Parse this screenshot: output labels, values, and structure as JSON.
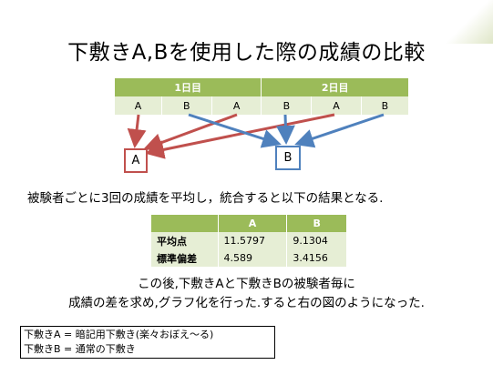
{
  "slide": {
    "title": "下敷きA,Bを使用した際の成績の比較",
    "schedule": {
      "days": [
        "1日目",
        "2日目"
      ],
      "day1": [
        "A",
        "B",
        "A"
      ],
      "day2": [
        "B",
        "A",
        "B"
      ]
    },
    "boxes": {
      "a": "A",
      "b": "B"
    },
    "summary_text": "被験者ごとに3回の成績を平均し，統合すると以下の結果となる.",
    "stats": {
      "headers": [
        "",
        "A",
        "B"
      ],
      "rows": [
        {
          "label": "平均点",
          "a": "11.5797",
          "b": "9.1304"
        },
        {
          "label": "標準偏差",
          "a": "4.589",
          "b": "3.4156"
        }
      ]
    },
    "conclusion": [
      "この後,下敷きAと下敷きBの被験者毎に",
      "成績の差を求め,グラフ化を行った.すると右の図のようになった."
    ],
    "legend": [
      "下敷きA = 暗記用下敷き(楽々おぼえ～る)",
      "下敷きB = 通常の下敷き"
    ],
    "colors": {
      "header_green": "#9bbb59",
      "cell_green": "#e6eed5",
      "arrow_red": "#c0504d",
      "arrow_blue": "#4f81bd"
    }
  }
}
